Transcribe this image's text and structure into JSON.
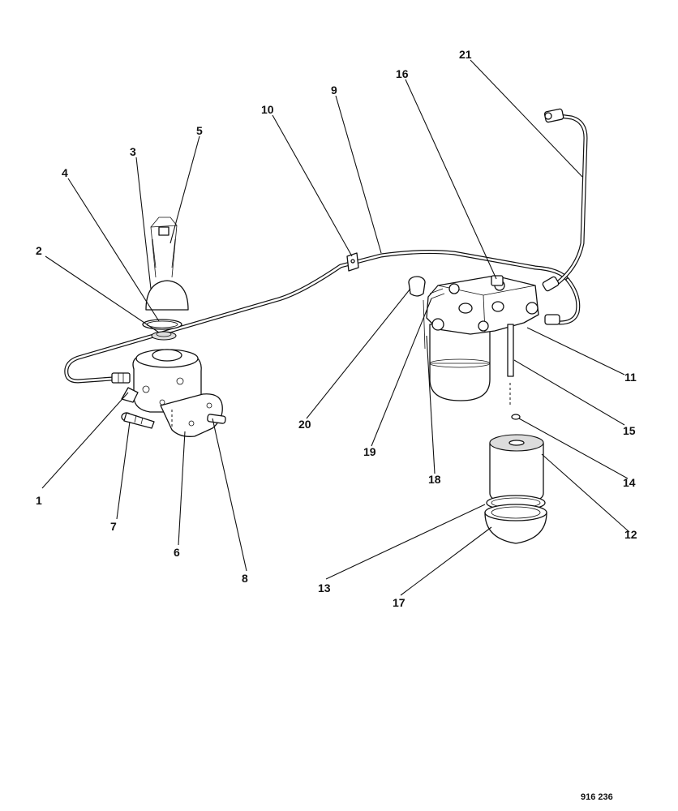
{
  "callouts": {
    "c1": "1",
    "c2": "2",
    "c3": "3",
    "c4": "4",
    "c5": "5",
    "c6": "6",
    "c7": "7",
    "c8": "8",
    "c9": "9",
    "c10": "10",
    "c11": "11",
    "c12": "12",
    "c13": "13",
    "c14": "14",
    "c15": "15",
    "c16": "16",
    "c17": "17",
    "c18": "18",
    "c19": "19",
    "c20": "20",
    "c21": "21"
  },
  "reference_number": "916 236"
}
